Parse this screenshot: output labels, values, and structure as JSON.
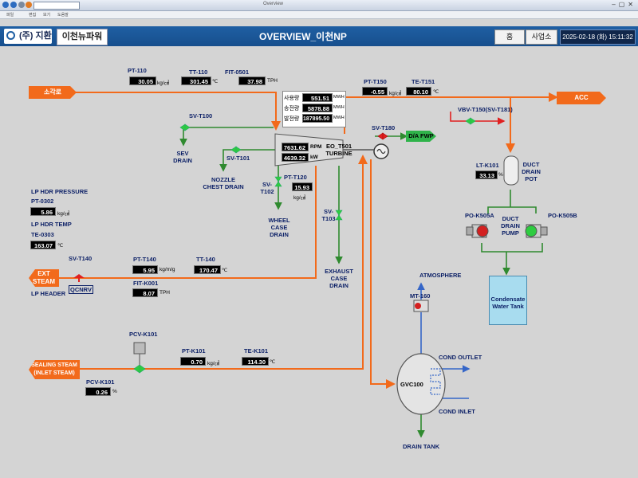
{
  "browser": {
    "window_title": "Overview"
  },
  "menubar": [
    "파일",
    "편집",
    "보기",
    "도움말"
  ],
  "header": {
    "logo_text": "(주) 지환",
    "site": "이천뉴파워",
    "title": "OVERVIEW_이천NP",
    "home_btn": "홈",
    "biz_btn": "사업소",
    "datetime": "2025-02-18 (화) 15:11:32"
  },
  "streams": {
    "boiler": "소각로",
    "acc": "ACC",
    "ext_steam": "EXT\nSTEAM",
    "sealing_steam": "SEALING STEAM\n(INLET STEAM)",
    "da_fwp": "D/A FWP",
    "lp_header": "LP HEADER"
  },
  "instruments": {
    "pt110": {
      "tag": "PT-110",
      "value": "30.05",
      "unit": "kg/㎠"
    },
    "tt110": {
      "tag": "TT-110",
      "value": "301.45",
      "unit": "℃"
    },
    "fit0501": {
      "tag": "FIT-0501",
      "value": "37.98",
      "unit": "TPH"
    },
    "pt150": {
      "tag": "PT-T150",
      "value": "-0.55",
      "unit": "kg/㎠"
    },
    "te151": {
      "tag": "TE-T151",
      "value": "80.10",
      "unit": "℃"
    },
    "pt120": {
      "tag": "PT-T120",
      "value": "15.93",
      "unit": "kg/㎠"
    },
    "lt_k101": {
      "tag": "LT-K101",
      "value": "33.13",
      "unit": "%"
    },
    "pt0302": {
      "tag": "PT-0302",
      "value": "5.86",
      "unit": "kg/㎠"
    },
    "te0303": {
      "tag": "TE-0303",
      "value": "163.07",
      "unit": "℃"
    },
    "pt140": {
      "tag": "PT-T140",
      "value": "5.95",
      "unit": "kg/m/g"
    },
    "tt140": {
      "tag": "TT-140",
      "value": "170.47",
      "unit": "℃"
    },
    "fit_k001": {
      "tag": "FIT-K001",
      "value": "8.07",
      "unit": "TPH"
    },
    "pt_k101": {
      "tag": "PT-K101",
      "value": "0.70",
      "unit": "kg/㎠"
    },
    "te_k101": {
      "tag": "TE-K101",
      "value": "114.30",
      "unit": "℃"
    },
    "pcv_k101_val": {
      "tag": "PCV-K101",
      "value": "0.26",
      "unit": "%"
    }
  },
  "power": {
    "used_label": "사용량",
    "used_value": "551.51",
    "sent_label": "송전량",
    "sent_value": "5878.88",
    "gen_label": "발전량",
    "gen_value": "187895.50",
    "unit": "MWH"
  },
  "turbine": {
    "rpm_value": "7631.62",
    "rpm_unit": "RPM",
    "kw_value": "4639.32",
    "kw_unit": "kW",
    "name": "EO_T501\nTURBINE"
  },
  "labels": {
    "lp_hdr_pressure": "LP HDR PRESSURE",
    "lp_hdr_temp": "LP HDR TEMP",
    "sv_t100": "SV-T100",
    "sev_drain": "SEV\nDRAIN",
    "sv_t101": "SV-T101",
    "nozzle_drain": "NOZZLE\nCHEST DRAIN",
    "sv_t102": "SV-\nT102",
    "wheel_drain": "WHEEL\nCASE\nDRAIN",
    "sv_t103": "SV-\nT103",
    "exhaust_drain": "EXHAUST\nCASE\nDRAIN",
    "sv_t180": "SV-T180",
    "vbv": "VBV-T150(SV-T181)",
    "duct_drain_pot": "DUCT\nDRAIN\nPOT",
    "po_k505a": "PO-K505A",
    "po_k505b": "PO-K505B",
    "duct_drain_pump": "DUCT\nDRAIN\nPUMP",
    "condensate_tank": "Condensate\nWater Tank",
    "sv_t140": "SV-T140",
    "qcnrv": "QCNRV",
    "atmosphere": "ATMOSPHERE",
    "mt160": "MT-160",
    "cond_outlet": "COND OUTLET",
    "cond_inlet": "COND INLET",
    "gvc100": "GVC100",
    "drain_tank": "DRAIN TANK",
    "pcv_k101": "PCV-K101"
  },
  "colors": {
    "steam_line": "#f26a1b",
    "drain_line": "#2f8a2f",
    "water_line": "#3566c8",
    "header_bg": "#1f5fa3"
  }
}
